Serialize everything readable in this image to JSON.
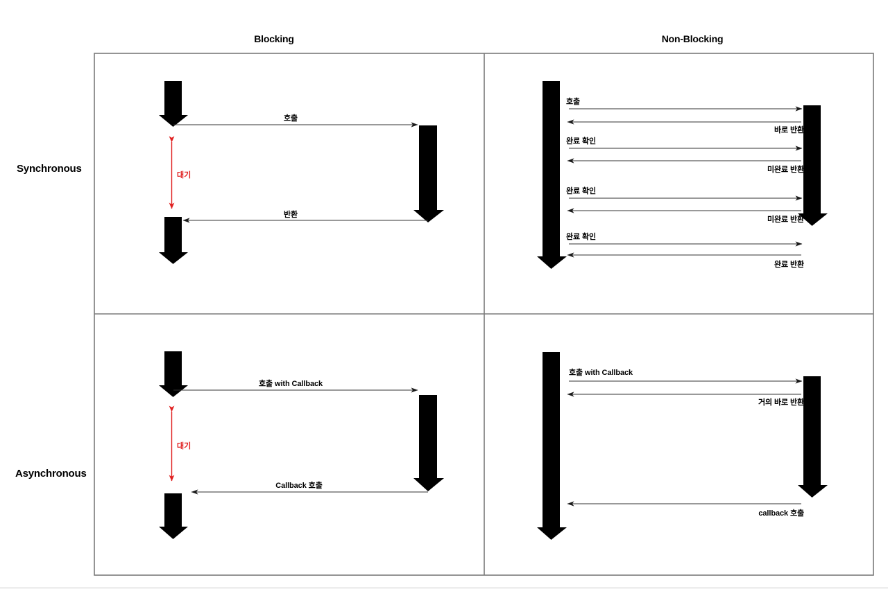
{
  "diagram": {
    "title_columns": [
      "Blocking",
      "Non-Blocking"
    ],
    "title_rows": [
      "Synchronous",
      "Asynchronous"
    ],
    "accent_wait_color": "#e02020",
    "lifeline_color": "#000000",
    "frame_color": "#7a7a7a"
  },
  "columns": {
    "blocking": "Blocking",
    "non_blocking": "Non-Blocking"
  },
  "rows": {
    "synchronous": "Synchronous",
    "asynchronous": "Asynchronous"
  },
  "quadrants": {
    "sync_blocking": {
      "name": "Synchronous / Blocking",
      "messages": [
        {
          "id": "call",
          "text": "호출",
          "direction": "right"
        },
        {
          "id": "return",
          "text": "반환",
          "direction": "left"
        }
      ],
      "wait_label": "대기"
    },
    "sync_nonblocking": {
      "name": "Synchronous / Non-Blocking",
      "messages": [
        {
          "id": "call1",
          "text": "호출",
          "direction": "right"
        },
        {
          "id": "ret1",
          "text": "바로 반환",
          "direction": "left"
        },
        {
          "id": "check1",
          "text": "완료 확인",
          "direction": "right"
        },
        {
          "id": "ret2",
          "text": "미완료 반환",
          "direction": "left"
        },
        {
          "id": "check2",
          "text": "완료 확인",
          "direction": "right"
        },
        {
          "id": "ret3",
          "text": "미완료 반환",
          "direction": "left"
        },
        {
          "id": "check3",
          "text": "완료 확인",
          "direction": "right"
        },
        {
          "id": "ret4",
          "text": "완료 반환",
          "direction": "left"
        }
      ]
    },
    "async_blocking": {
      "name": "Asynchronous / Blocking",
      "messages": [
        {
          "id": "call",
          "text": "호출 with Callback",
          "direction": "right"
        },
        {
          "id": "callback",
          "text": "Callback 호출",
          "direction": "left"
        }
      ],
      "wait_label": "대기"
    },
    "async_nonblocking": {
      "name": "Asynchronous / Non-Blocking",
      "messages": [
        {
          "id": "call",
          "text": "호출 with Callback",
          "direction": "right"
        },
        {
          "id": "ret",
          "text": "거의 바로 반환",
          "direction": "left"
        },
        {
          "id": "callback",
          "text": "callback 호출",
          "direction": "left"
        }
      ]
    }
  }
}
